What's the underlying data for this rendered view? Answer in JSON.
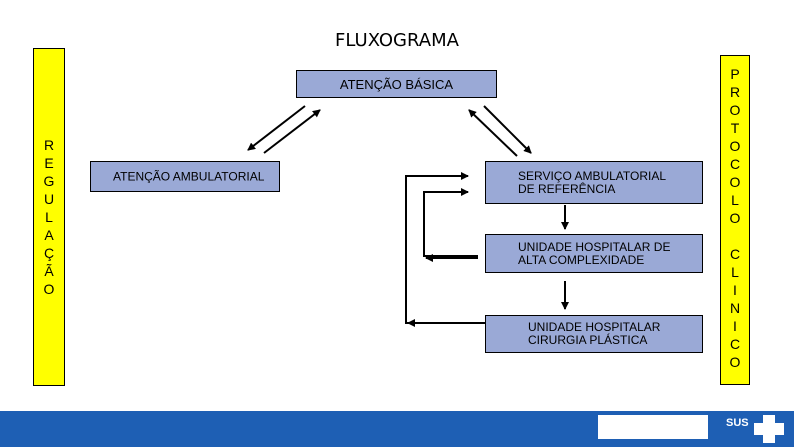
{
  "diagram": {
    "title": "FLUXOGRAMA",
    "boxes": {
      "atencao_basica": "ATENÇÃO BÁSICA",
      "atencao_ambulatorial": "ATENÇÃO AMBULATORIAL",
      "servico_ambulatorial": "SERVIÇO AMBULATORIAL\nDE REFERÊNCIA",
      "unidade_alta": "UNIDADE HOSPITALAR DE\nALTA COMPLEXIDADE",
      "unidade_cirurgia": "UNIDADE HOSPITALAR\nCIRURGIA PLÁSTICA"
    },
    "regulacao_letters": [
      "R",
      "E",
      "G",
      "U",
      "L",
      "A",
      "Ç",
      "Ã",
      "O"
    ],
    "protocolo_letters": [
      "P",
      "R",
      "O",
      "T",
      "O",
      "C",
      "O",
      "L",
      "O"
    ],
    "clinico_letters": [
      "C",
      "L",
      "I",
      "N",
      "I",
      "C",
      "O"
    ],
    "footer": {
      "logo_text": "SUS"
    }
  },
  "colors": {
    "box_fill": "#9aa9d6",
    "bar_fill": "#ffff00",
    "footer_blue": "#1e5fb4"
  }
}
